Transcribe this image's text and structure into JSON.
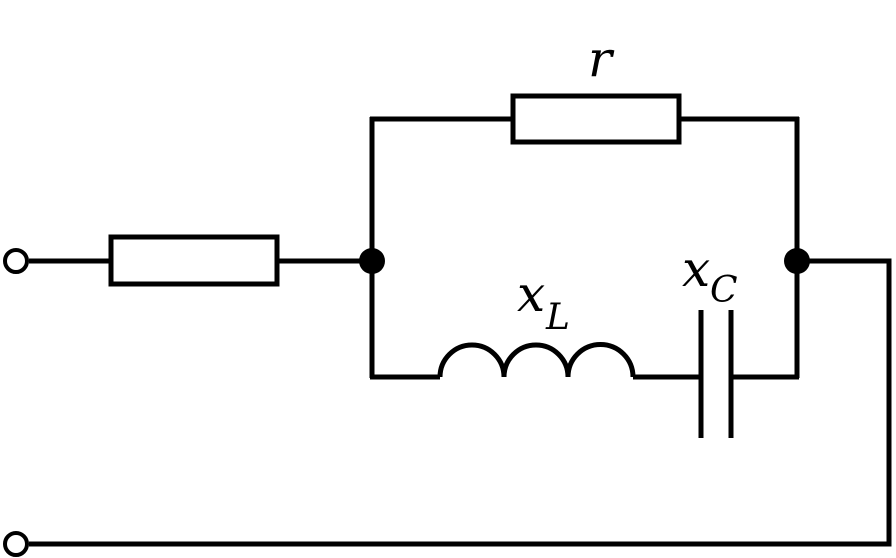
{
  "labels": {
    "r": "r",
    "xL_main": "x",
    "xL_sub": "L",
    "xC_main": "x",
    "xC_sub": "C"
  }
}
